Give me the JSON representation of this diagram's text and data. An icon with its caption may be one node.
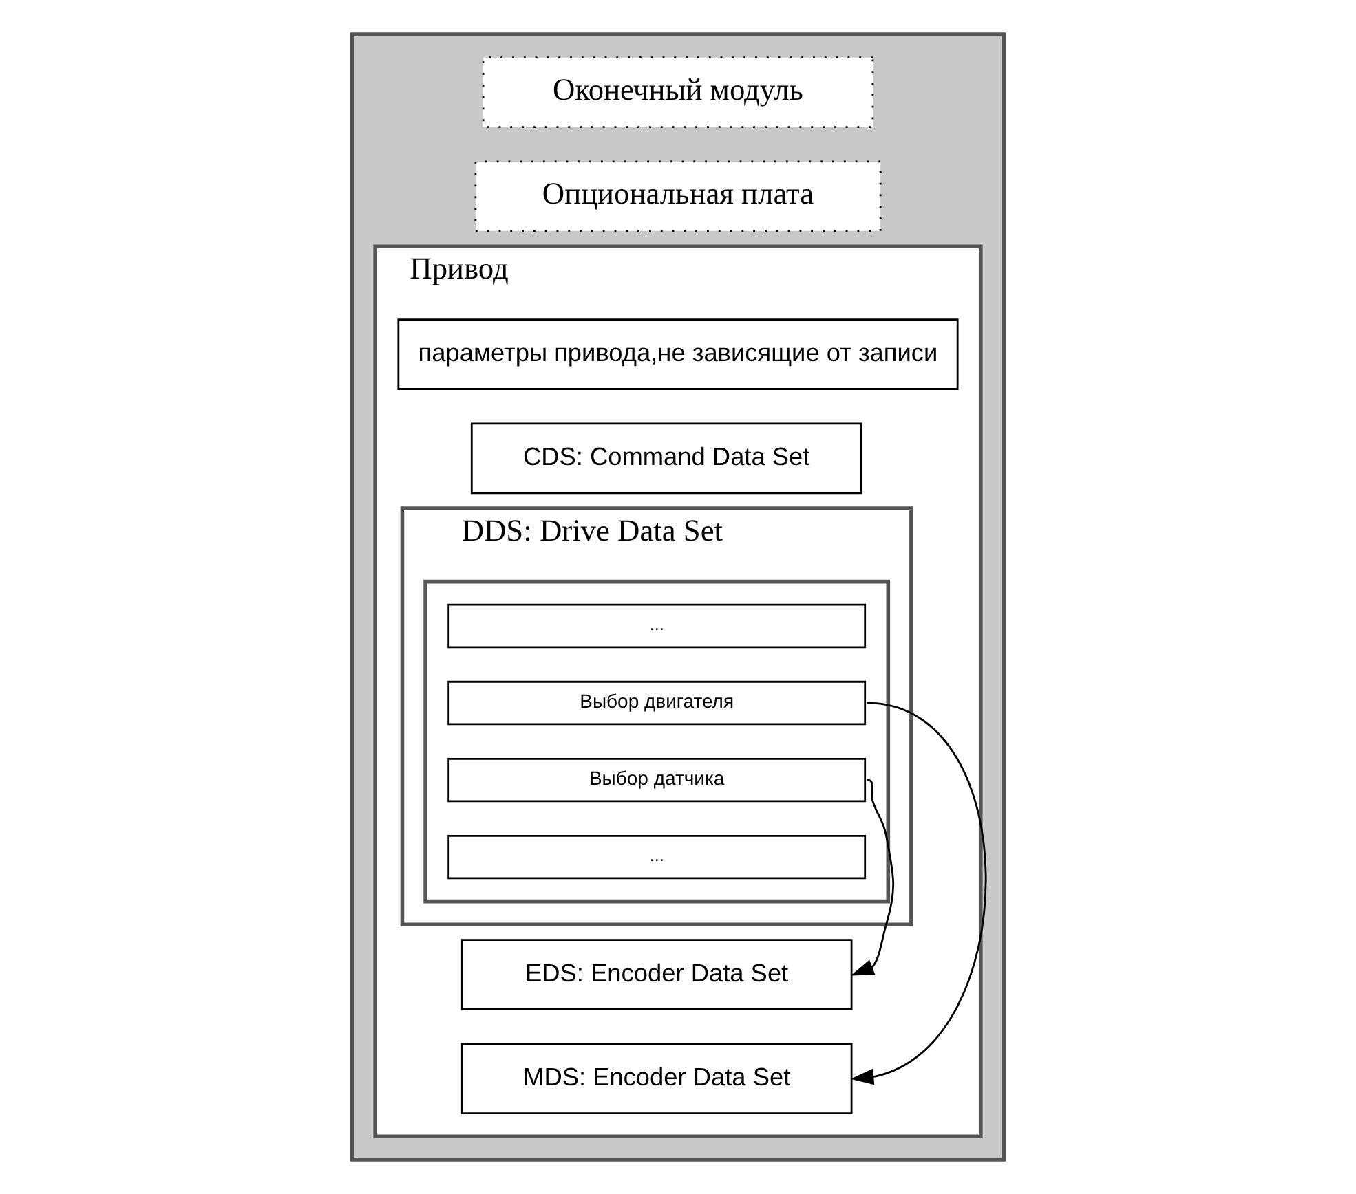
{
  "diagram": {
    "nodes": [
      {
        "text": [],
        "shape": "box"
      },
      {
        "text": [
          "Оконечный модуль"
        ],
        "in": 0
      },
      {
        "text": [
          "Опциональная плата"
        ],
        "in": 0
      },
      {
        "text": [
          "Привод"
        ],
        "in": 0
      },
      {
        "text": [
          "параметры привода,не зависящие от записи"
        ],
        "in": 3
      },
      {
        "text": [
          "CDS: Command Data Set"
        ],
        "in": 3
      },
      {
        "text": [
          "DDS: Drive Data Set"
        ],
        "in": 3
      },
      {
        "text": [],
        "shape": "box",
        "in": 6
      },
      {
        "text": [
          "..."
        ],
        "in": 7
      },
      {
        "text": [
          "Выбор двигателя"
        ],
        "in": 7
      },
      {
        "text": [
          "Выбор датчика"
        ],
        "in": 7
      },
      {
        "text": [
          "..."
        ],
        "in": 7
      },
      {
        "text": [
          "EDS: Encoder Data Set"
        ],
        "in": 3
      },
      {
        "text": [
          "MDS: Encoder Data Set"
        ],
        "in": 3
      }
    ],
    "edges": [
      {
        "from": 9,
        "to": 13,
        "arrow": "to"
      },
      {
        "from": 10,
        "to": 12,
        "arrow": "to"
      }
    ]
  }
}
